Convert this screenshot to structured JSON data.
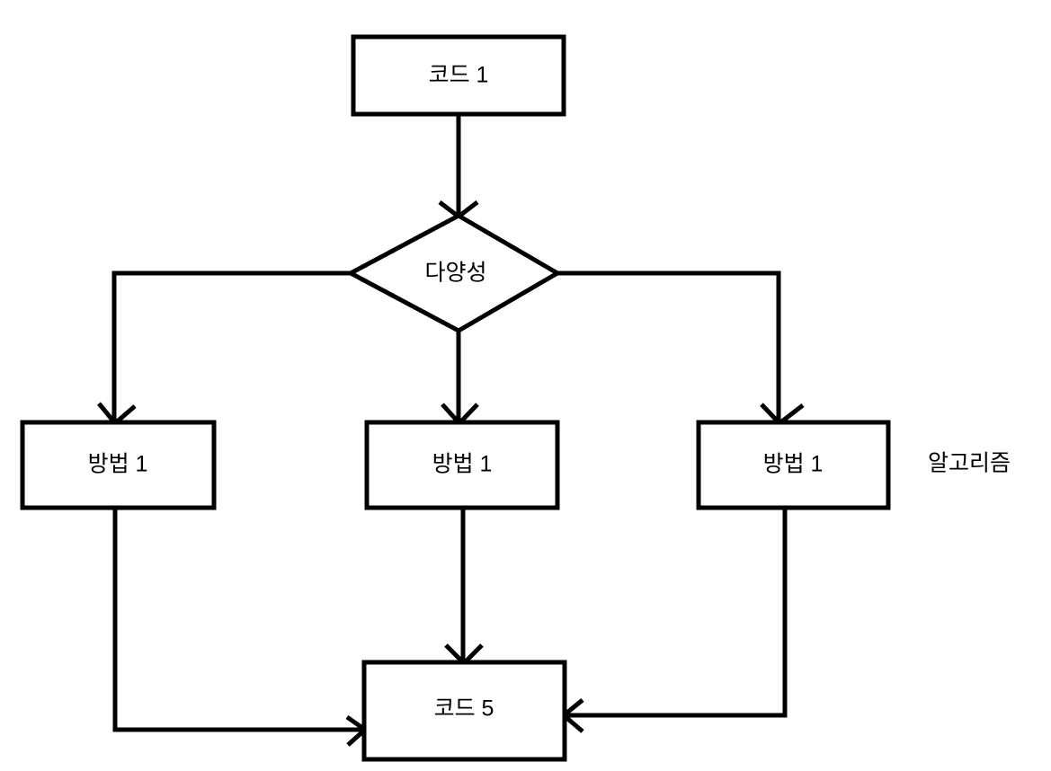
{
  "diagram": {
    "title": "algorithm-flowchart",
    "background_color": "#ffffff",
    "line_color": "#000000",
    "text_color": "#000000",
    "nodes": {
      "start": {
        "label": "코드 1",
        "shape": "rectangle"
      },
      "decision": {
        "label": "다양성",
        "shape": "diamond"
      },
      "branch_left": {
        "label": "방법 1",
        "shape": "rectangle"
      },
      "branch_center": {
        "label": "방법 1",
        "shape": "rectangle"
      },
      "branch_right": {
        "label": "방법 1",
        "shape": "rectangle"
      },
      "end": {
        "label": "코드 5",
        "shape": "rectangle"
      }
    },
    "annotations": {
      "side_label": "알고리즘"
    }
  }
}
